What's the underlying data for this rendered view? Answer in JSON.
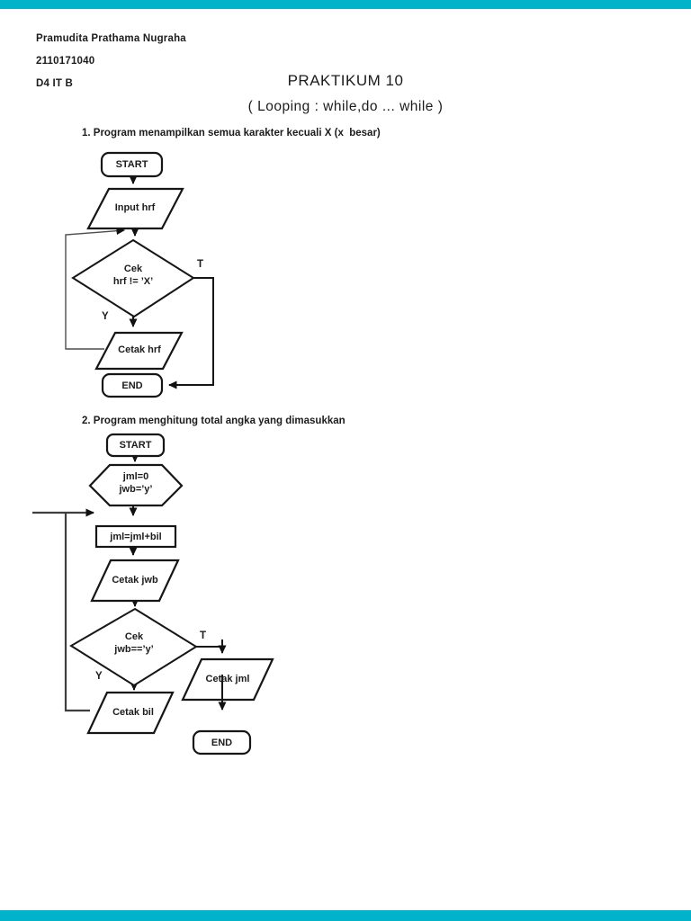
{
  "accent_color": "#00b3cb",
  "header": {
    "student_name": "Pramudita Prathama Nugraha",
    "student_id": "2110171040",
    "student_class": "D4 IT B",
    "title": "PRAKTIKUM 10",
    "subtitle": "( Looping : while,do ... while )"
  },
  "flowchart1": {
    "heading": "1. Program menampilkan semua karakter kecuali X (x  besar)",
    "start_label": "START",
    "input_label": "Input hrf",
    "decision_line1": "Cek",
    "decision_line2": "hrf != ’X’",
    "branch_true": "T",
    "branch_false": "Y",
    "output_label": "Cetak hrf",
    "end_label": "END"
  },
  "flowchart2": {
    "heading": "2. Program menghitung total angka yang dimasukkan",
    "start_label": "START",
    "init_line1": "jml=0",
    "init_line2": "jwb=’y’",
    "process_label": "jml=jml+bil",
    "output_answer_label": "Cetak jwb",
    "decision_line1": "Cek",
    "decision_line2": "jwb==’y’",
    "branch_true": "T",
    "branch_false": "Y",
    "output_total_label": "Cetak jml",
    "output_number_label": "Cetak bil",
    "end_label": "END"
  }
}
